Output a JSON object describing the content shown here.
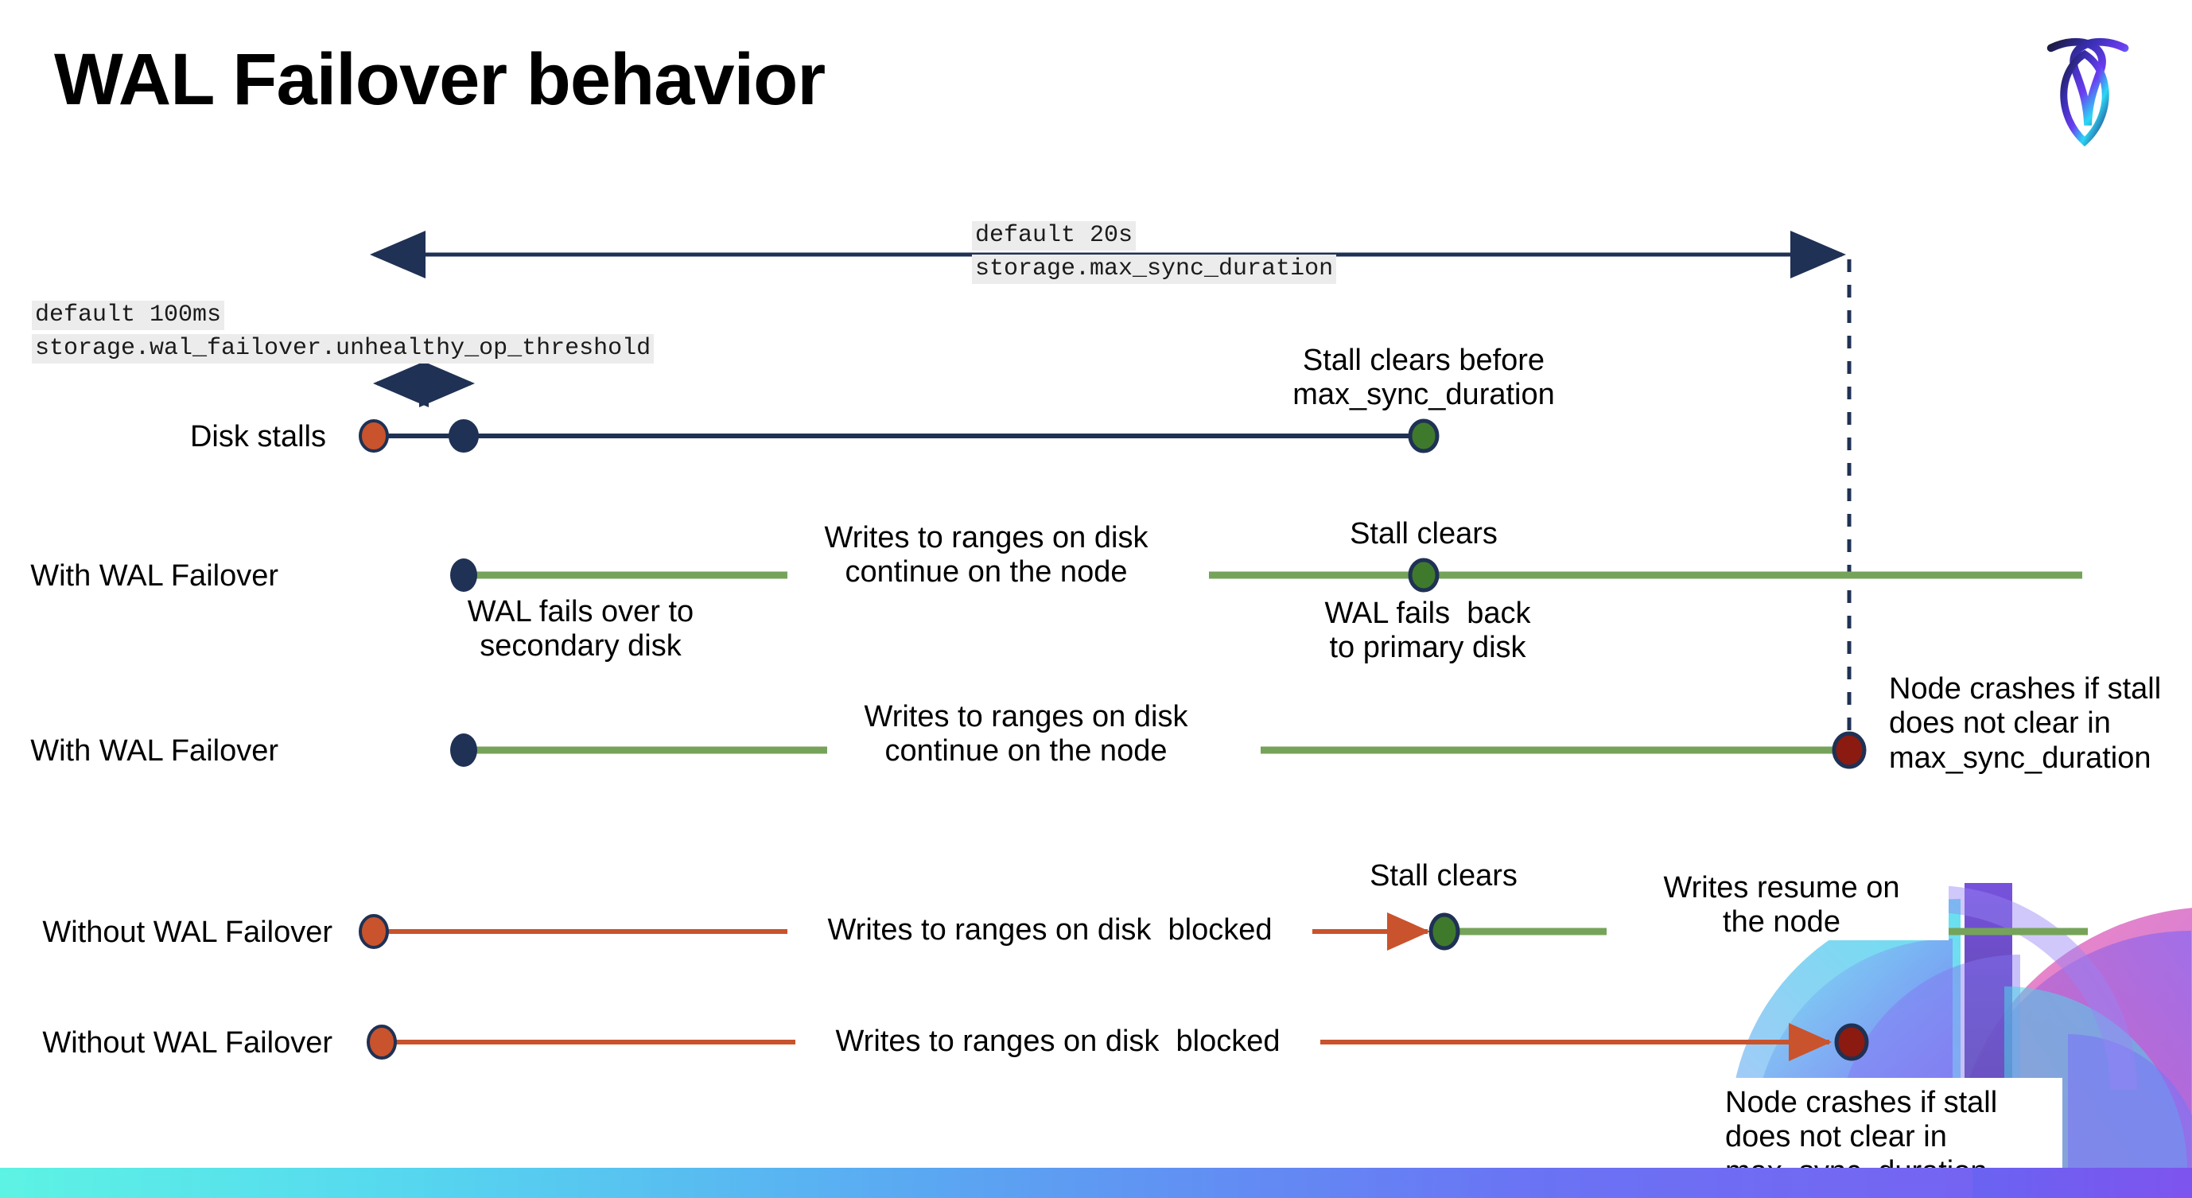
{
  "slide": {
    "title": "WAL Failover behavior",
    "logo_name": "cockroachdb-logo"
  },
  "colors": {
    "navy": "#1f3154",
    "green_line": "#74a košt",
    "green_line_hex": "#76a35a",
    "green_dot": "#3f7a2c",
    "orange": "#c9532c",
    "dark_red": "#8b1a11",
    "code_bg": "#ececec",
    "accent_gradient_start": "#5df3e4",
    "accent_gradient_end": "#7b5cf0"
  },
  "annotations": {
    "max_sync": {
      "default": "default 20s",
      "setting": "storage.max_sync_duration"
    },
    "unhealthy_op": {
      "default": "default 100ms",
      "setting": "storage.wal_failover.unhealthy_op_threshold"
    }
  },
  "rows": [
    {
      "id": "disk-stalls",
      "label": "Disk stalls",
      "notes": [
        {
          "id": "stall-clears-before",
          "text": "Stall clears before\nmax_sync_duration"
        }
      ]
    },
    {
      "id": "with-wal-failover-1",
      "label": "With WAL Failover",
      "notes": [
        {
          "id": "writes-continue",
          "text": "Writes to ranges on disk\ncontinue on the node"
        },
        {
          "id": "stall-clears",
          "text": "Stall clears"
        },
        {
          "id": "wal-fails-over",
          "text": "WAL fails over to\nsecondary disk"
        },
        {
          "id": "wal-fails-back",
          "text": "WAL fails  back\nto primary disk"
        }
      ]
    },
    {
      "id": "with-wal-failover-2",
      "label": "With WAL Failover",
      "notes": [
        {
          "id": "writes-continue-2",
          "text": "Writes to ranges on disk\ncontinue on the node"
        },
        {
          "id": "node-crashes-1",
          "text": "Node crashes if stall\ndoes not clear in\nmax_sync_duration"
        }
      ]
    },
    {
      "id": "without-wal-failover-1",
      "label": "Without WAL Failover",
      "notes": [
        {
          "id": "writes-blocked-1",
          "text": "Writes to ranges on disk  blocked"
        },
        {
          "id": "stall-clears-2",
          "text": "Stall clears"
        },
        {
          "id": "writes-resume",
          "text": "Writes resume on\nthe node"
        }
      ]
    },
    {
      "id": "without-wal-failover-2",
      "label": "Without WAL Failover",
      "notes": [
        {
          "id": "writes-blocked-2",
          "text": "Writes to ranges on disk  blocked"
        },
        {
          "id": "node-crashes-2",
          "text": "Node crashes if stall\ndoes not clear in\nmax_sync_duration"
        }
      ]
    }
  ],
  "text": {
    "title": "WAL Failover behavior",
    "disk_stalls": "Disk stalls",
    "with_wal_failover": "With WAL Failover",
    "without_wal_failover": "Without WAL Failover",
    "stall_clears_before": "Stall clears before\nmax_sync_duration",
    "stall_clears": "Stall clears",
    "writes_continue": "Writes to ranges on disk\ncontinue on the node",
    "wal_fails_over": "WAL fails over to\nsecondary disk",
    "wal_fails_back": "WAL fails  back\nto primary disk",
    "writes_blocked": "Writes to ranges on disk  blocked",
    "writes_resume": "Writes resume on\nthe node",
    "node_crashes": "Node crashes if stall\ndoes not clear in\nmax_sync_duration",
    "code_default_20s": "default 20s",
    "code_max_sync_duration": "storage.max_sync_duration",
    "code_default_100ms": "default 100ms",
    "code_unhealthy_op_threshold": "storage.wal_failover.unhealthy_op_threshold"
  }
}
